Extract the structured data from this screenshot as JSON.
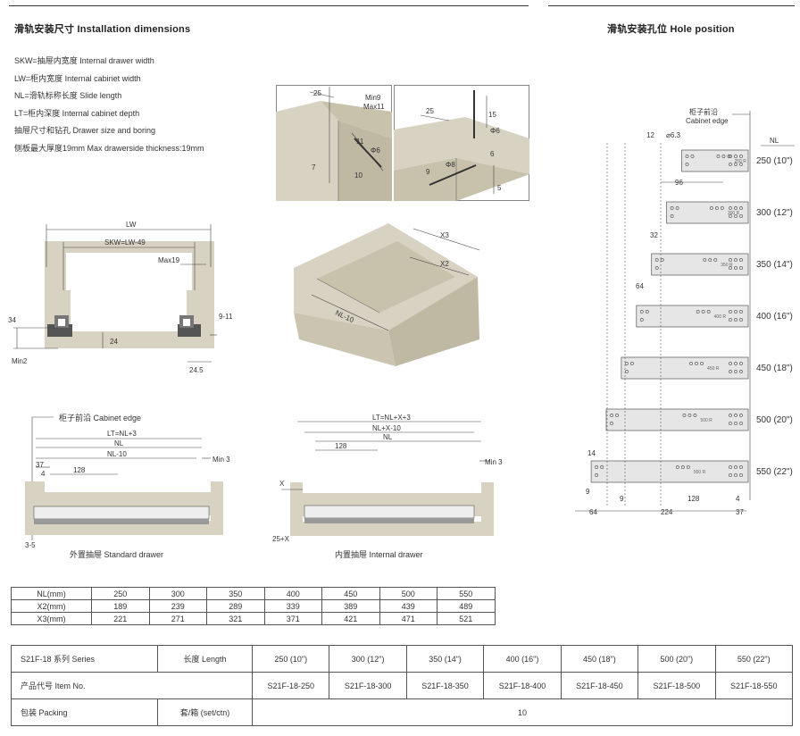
{
  "install": {
    "title": "滑轨安装尺寸 Installation dimensions",
    "legend": [
      "SKW=抽屉内宽度  Internal drawer width",
      "LW=柜内宽度  Internal cabinet width",
      "NL=滑轨标称长度  Slide length",
      "LT=柜内深度  Internal cabinet depth",
      "抽屉尺寸和钻孔  Drawer size and boring",
      "侧板最大厚度19mm   Max drawerside thickness:19mm"
    ],
    "detail_labels": {
      "left": [
        "25",
        "Min9",
        "Max11",
        "11",
        "Φ6",
        "7",
        "10"
      ],
      "right": [
        "25",
        "15",
        "Φ6",
        "Φ8",
        "9",
        "6",
        "5"
      ]
    },
    "front_labels": [
      "LW",
      "SKW=LW-49",
      "Max19",
      "34",
      "24",
      "9-11",
      "Min2",
      "24.5"
    ],
    "iso_labels": [
      "X3",
      "X2",
      "NL-10"
    ],
    "standard": {
      "edge": "柜子前沿 Cabinet edge",
      "labels": [
        "LT=NL+3",
        "NL",
        "NL-10",
        "37",
        "4",
        "128",
        "Min 3",
        "3-5"
      ],
      "caption": "外置抽屉 Standard drawer"
    },
    "internal": {
      "labels": [
        "LT=NL+X+3",
        "NL+X-10",
        "NL",
        "128",
        "X",
        "Min 3",
        "25+X"
      ],
      "caption": "内置抽屉 Internal drawer"
    }
  },
  "hole": {
    "title": "滑轨安装孔位 Hole position",
    "edge_cn": "柜子前沿",
    "edge_en": "Cabinet edge",
    "nl_header": "NL",
    "top_labels": [
      "12",
      "⌀6.3",
      "96"
    ],
    "rails": [
      {
        "size": "250 (10\")",
        "mark": "250 R",
        "nl": 250
      },
      {
        "size": "300 (12\")",
        "mark": "300 R",
        "nl": 300
      },
      {
        "size": "350 (14\")",
        "mark": "350 R",
        "nl": 350
      },
      {
        "size": "400 (16\")",
        "mark": "400 R",
        "nl": 400
      },
      {
        "size": "450 (18\")",
        "mark": "450 R",
        "nl": 450
      },
      {
        "size": "500 (20\")",
        "mark": "500 R",
        "nl": 500
      },
      {
        "size": "550 (22\")",
        "mark": "550 R",
        "nl": 550
      }
    ],
    "mid_labels": [
      "32",
      "64",
      "14"
    ],
    "bottom_labels": [
      "9",
      "9",
      "128",
      "4",
      "64",
      "224",
      "37"
    ]
  },
  "nl_table": {
    "rows": [
      [
        "NL(mm)",
        "250",
        "300",
        "350",
        "400",
        "450",
        "500",
        "550"
      ],
      [
        "X2(mm)",
        "189",
        "239",
        "289",
        "339",
        "389",
        "439",
        "489"
      ],
      [
        "X3(mm)",
        "221",
        "271",
        "321",
        "371",
        "421",
        "471",
        "521"
      ]
    ]
  },
  "series_table": {
    "series_label": "S21F-18 系列 Series",
    "length_label": "长度 Length",
    "lengths": [
      "250 (10\")",
      "300 (12\")",
      "350 (14\")",
      "400 (16\")",
      "450 (18\")",
      "500 (20\")",
      "550 (22\")"
    ],
    "item_label": "产品代号 Item No.",
    "items": [
      "S21F-18-250",
      "S21F-18-300",
      "S21F-18-350",
      "S21F-18-400",
      "S21F-18-450",
      "S21F-18-500",
      "S21F-18-550"
    ],
    "packing_label": "包装 Packing",
    "packing_unit": "套/箱 (set/ctn)",
    "packing_value": "10"
  }
}
